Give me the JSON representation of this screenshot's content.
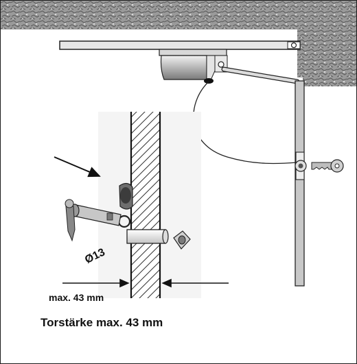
{
  "labels": {
    "diameter": "Ø13",
    "thickness": "max. 43 mm",
    "caption": "Torstärke max. 43 mm"
  },
  "colors": {
    "wall": "#8a8a8a",
    "metal": "#cfcfcf",
    "outline": "#222222",
    "arrow": "#111111"
  },
  "icons": [
    "stone-wall",
    "door-closer",
    "key-icon",
    "lock-cylinder-icon",
    "arrow-icon"
  ]
}
